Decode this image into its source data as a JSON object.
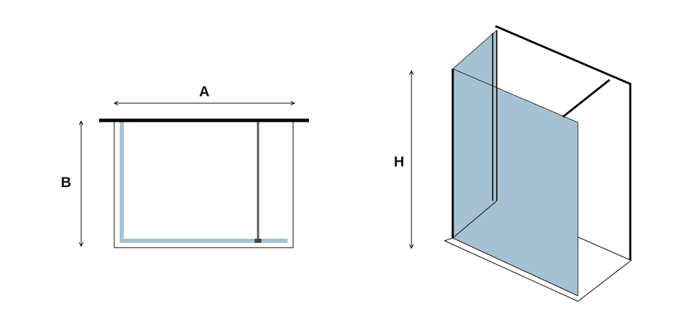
{
  "labels": {
    "width": "A",
    "depth": "B",
    "height": "H"
  },
  "colors": {
    "glass": "#a6c2d2",
    "glass_line": "#9fbccc",
    "profile": "#555555",
    "wall": "#000000",
    "outline": "#000000"
  }
}
